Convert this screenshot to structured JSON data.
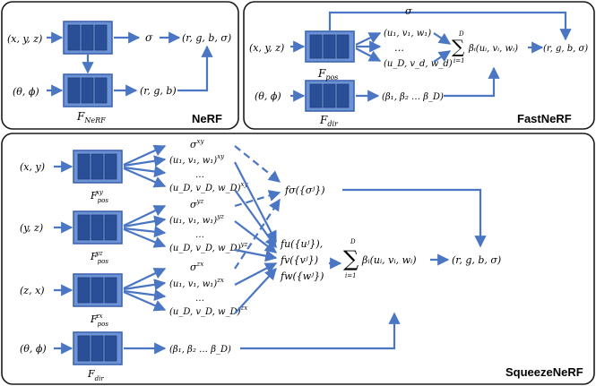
{
  "colors": {
    "arrow": "#4a76c3",
    "box_fill": "#6d93d6",
    "box_stripe": "#2b4f96",
    "panel_border": "#1a1a1a"
  },
  "nerf": {
    "title": "NeRF",
    "input_xyz": "(x, y, z)",
    "input_dir": "(θ, ϕ)",
    "network": "F",
    "network_sub": "NeRF",
    "sigma": "σ",
    "rgb": "(r, g, b)",
    "output": "(r, g, b, σ)"
  },
  "fastnerf": {
    "title": "FastNeRF",
    "input_xyz": "(x, y, z)",
    "input_dir": "(θ, ϕ)",
    "pos_network": "F",
    "pos_sub": "pos",
    "dir_network": "F",
    "dir_sub": "dir",
    "sigma": "σ",
    "uvw_1": "(u₁, v₁, w₁)",
    "dots": "…",
    "uvw_d": "(u_D, v_d, w_d)",
    "betas": "(β₁, β₂ … β_D)",
    "sum_top": "D",
    "sum_bottom": "i=1",
    "sum_expr": "βᵢ(uᵢ, vᵢ, wᵢ)",
    "output": "(r, g, b, σ)"
  },
  "squeezenerf": {
    "title": "SqueezeNeRF",
    "branches": [
      {
        "input": "(x, y)",
        "net": "F",
        "sub": "pos",
        "sup": "xy",
        "sigma": "σ",
        "sigma_sup": "xy",
        "uvw1": "(u₁, v₁, w₁)",
        "uvw1_sup": "xy",
        "dots": "…",
        "uvwD": "(u_D, v_D, w_D)",
        "uvwD_sup": "xy"
      },
      {
        "input": "(y, z)",
        "net": "F",
        "sub": "pos",
        "sup": "yz",
        "sigma": "σ",
        "sigma_sup": "yz",
        "uvw1": "(u₁, v₁, w₁)",
        "uvw1_sup": "yz",
        "dots": "…",
        "uvwD": "(u_D, v_D, w_D)",
        "uvwD_sup": "yz"
      },
      {
        "input": "(z, x)",
        "net": "F",
        "sub": "pos",
        "sup": "zx",
        "sigma": "σ",
        "sigma_sup": "zx",
        "uvw1": "(u₁, v₁, w₁)",
        "uvw1_sup": "zx",
        "dots": "…",
        "uvwD": "(u_D, v_D, w_D)",
        "uvwD_sup": "zx"
      }
    ],
    "dir_input": "(θ, ϕ)",
    "dir_net": "F",
    "dir_sub": "dir",
    "betas": "(β₁, β₂ … β_D)",
    "f_sigma": "fσ({σʲ})",
    "fu": "fu({uʲ}),",
    "fv": "fv({vʲ})",
    "fw": "fw({wʲ})",
    "sum_top": "D",
    "sum_bottom": "i=1",
    "sum_expr": "βᵢ(uᵢ, vᵢ, wᵢ)",
    "output": "(r, g, b, σ)"
  }
}
